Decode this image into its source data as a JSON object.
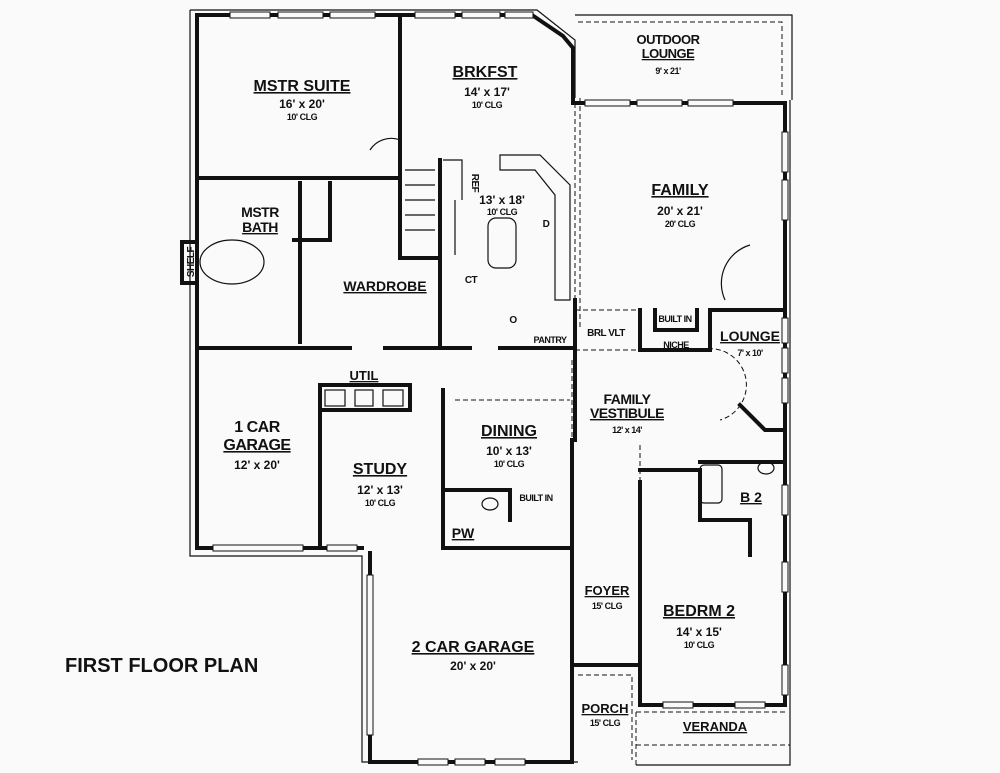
{
  "plan": {
    "title": "FIRST FLOOR PLAN",
    "rooms": {
      "mstr_suite": {
        "name": "MSTR SUITE",
        "size": "16' x 20'",
        "clg": "10' CLG"
      },
      "brkfst": {
        "name": "BRKFST",
        "size": "14' x 17'",
        "clg": "10' CLG"
      },
      "outdoor_lounge": {
        "name_1": "OUTDOOR",
        "name_2": "LOUNGE",
        "size": "9' x 21'"
      },
      "family": {
        "name": "FAMILY",
        "size": "20' x 21'",
        "clg": "20' CLG"
      },
      "mstr_bath": {
        "name_1": "MSTR",
        "name_2": "BATH"
      },
      "kitchen": {
        "size": "13' x 18'",
        "clg": "10' CLG"
      },
      "wardrobe": {
        "name": "WARDROBE"
      },
      "lounge": {
        "name": "LOUNGE",
        "size": "7' x 10'"
      },
      "family_vestibule": {
        "name_1": "FAMILY",
        "name_2": "VESTIBULE",
        "size": "12' x 14'"
      },
      "util": {
        "name": "UTIL"
      },
      "garage_1": {
        "name_1": "1 CAR",
        "name_2": "GARAGE",
        "size": "12' x 20'"
      },
      "study": {
        "name": "STUDY",
        "size": "12' x 13'",
        "clg": "10' CLG"
      },
      "dining": {
        "name": "DINING",
        "size": "10' x 13'",
        "clg": "10' CLG"
      },
      "pw": {
        "name": "PW"
      },
      "b2": {
        "name": "B 2"
      },
      "garage_2": {
        "name": "2 CAR GARAGE",
        "size": "20' x 20'"
      },
      "foyer": {
        "name": "FOYER",
        "clg": "15' CLG"
      },
      "bedrm_2": {
        "name": "BEDRM 2",
        "size": "14' x 15'",
        "clg": "10' CLG"
      },
      "porch": {
        "name": "PORCH",
        "clg": "15' CLG"
      },
      "veranda": {
        "name": "VERANDA"
      }
    },
    "fixtures": {
      "shelf": "SHELF",
      "ref": "REF",
      "dishwasher": "D",
      "cooktop": "CT",
      "oven": "O",
      "pantry": "PANTRY",
      "brl_vlt": "BRL VLT",
      "built_in_family": "BUILT IN",
      "niche": "NICHE",
      "built_in_dining": "BUILT IN"
    }
  }
}
